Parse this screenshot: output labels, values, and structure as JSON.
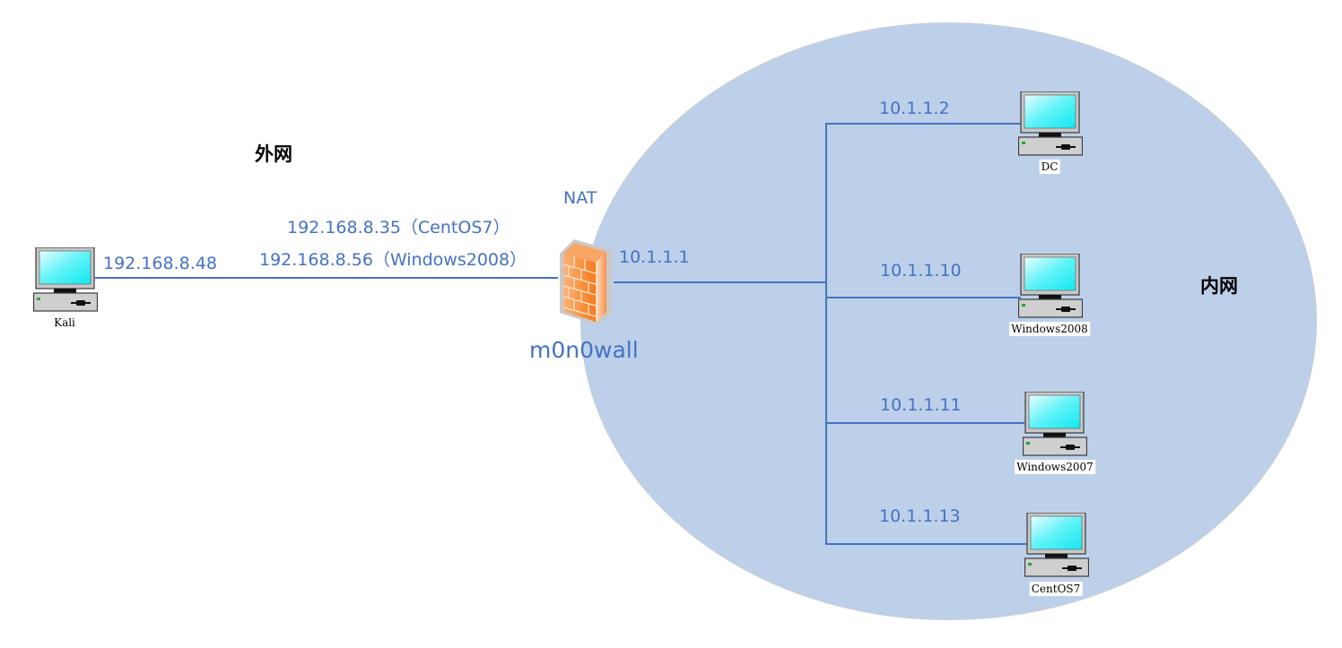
{
  "zones": {
    "external_label": "外网",
    "internal_label": "内网"
  },
  "colors": {
    "link": "#4472c4",
    "internal_zone_fill": "#bdd0e9",
    "firewall": "#f58a3c",
    "screen": "#2ef0f5"
  },
  "attacker": {
    "name": "Kali",
    "ip": "192.168.8.48",
    "icon": "computer-icon"
  },
  "firewall": {
    "name": "m0n0wall",
    "mode": "NAT",
    "wan_mappings": [
      "192.168.8.35（CentOS7）",
      "192.168.8.56（Windows2008）"
    ],
    "lan_ip": "10.1.1.1",
    "icon": "firewall-icon"
  },
  "internal_hosts": [
    {
      "name": "DC",
      "ip": "10.1.1.2",
      "icon": "computer-icon"
    },
    {
      "name": "Windows2008",
      "ip": "10.1.1.10",
      "icon": "computer-icon"
    },
    {
      "name": "Windows2007",
      "ip": "10.1.1.11",
      "icon": "computer-icon"
    },
    {
      "name": "CentOS7",
      "ip": "10.1.1.13",
      "icon": "computer-icon"
    }
  ]
}
